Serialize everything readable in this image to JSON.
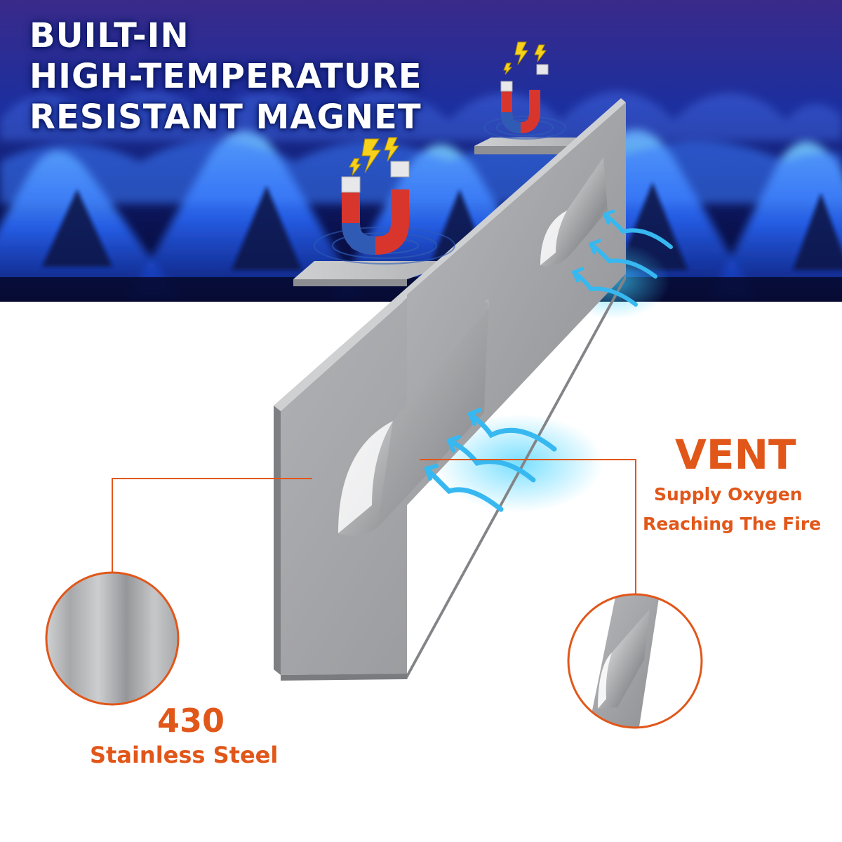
{
  "headline": {
    "line1": "BUILT-IN",
    "line2": "HIGH-TEMPERATURE",
    "line3": "RESISTANT MAGNET"
  },
  "vent_callout": {
    "title": "VENT",
    "line1": "Supply Oxygen",
    "line2": "Reaching The Fire"
  },
  "material_callout": {
    "number": "430",
    "name": "Stainless Steel"
  },
  "colors": {
    "accent_orange": "#e1571a",
    "flame_blue": "#2a6bff",
    "airflow_cyan": "#37b8f0",
    "steel_gray": "#a7a8ab",
    "magnet_red": "#d8352c",
    "magnet_blue": "#2f5bb5"
  },
  "icons": [
    "magnet-icon",
    "lightning-icon",
    "airflow-arrow-icon",
    "vent-icon"
  ]
}
